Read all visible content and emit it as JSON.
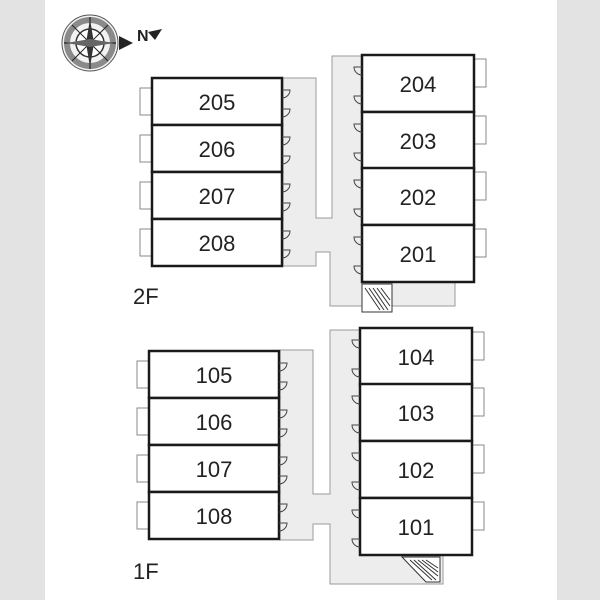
{
  "compass": {
    "north_label": "N",
    "icon": "compass-rose-icon"
  },
  "floors": [
    {
      "label": "2F",
      "left_rooms": [
        "205",
        "206",
        "207",
        "208"
      ],
      "right_rooms": [
        "204",
        "203",
        "202",
        "201"
      ]
    },
    {
      "label": "1F",
      "left_rooms": [
        "105",
        "106",
        "107",
        "108"
      ],
      "right_rooms": [
        "104",
        "103",
        "102",
        "101"
      ]
    }
  ],
  "colors": {
    "corridor": "#ededed",
    "wall": "#1a1a1a",
    "outline": "#8a8a8a",
    "backdrop": "#e3e3e3"
  }
}
